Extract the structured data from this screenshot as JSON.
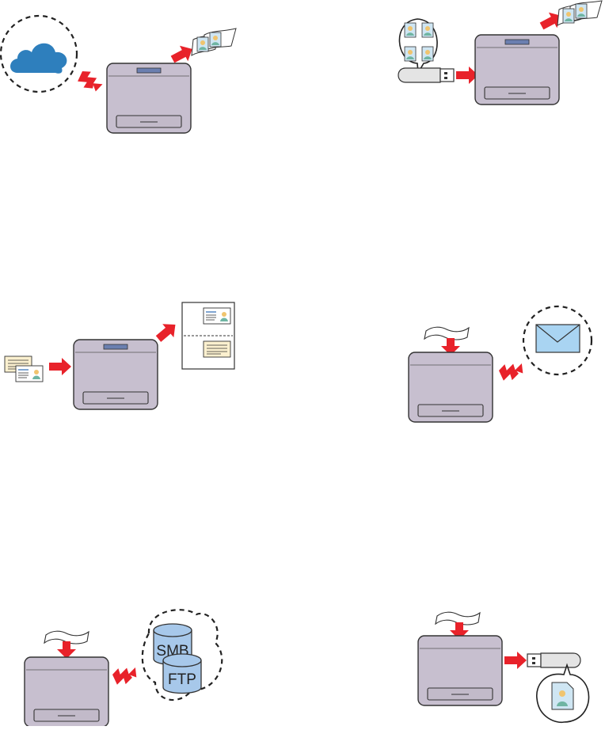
{
  "panels": [
    {
      "id": "cloud-print",
      "caption": ""
    },
    {
      "id": "usb-print",
      "caption": ""
    },
    {
      "id": "id-card-copy",
      "caption": ""
    },
    {
      "id": "scan-to-email",
      "caption": ""
    },
    {
      "id": "scan-to-server",
      "caption": ""
    },
    {
      "id": "scan-to-usb",
      "caption": ""
    }
  ],
  "labels": {
    "smb": "SMB",
    "ftp": "FTP"
  },
  "icons": {
    "cloud": "cloud-icon",
    "usb": "usb-drive-icon",
    "printer": "printer-icon",
    "envelope": "envelope-icon",
    "database": "database-icon",
    "document": "document-icon",
    "id_card": "id-card-icon"
  },
  "colors": {
    "printer_body": "#c7bfcf",
    "arrow": "#e8222a",
    "cloud": "#2e7fbd",
    "envelope": "#a9d4f2",
    "database": "#a7c8ea"
  }
}
